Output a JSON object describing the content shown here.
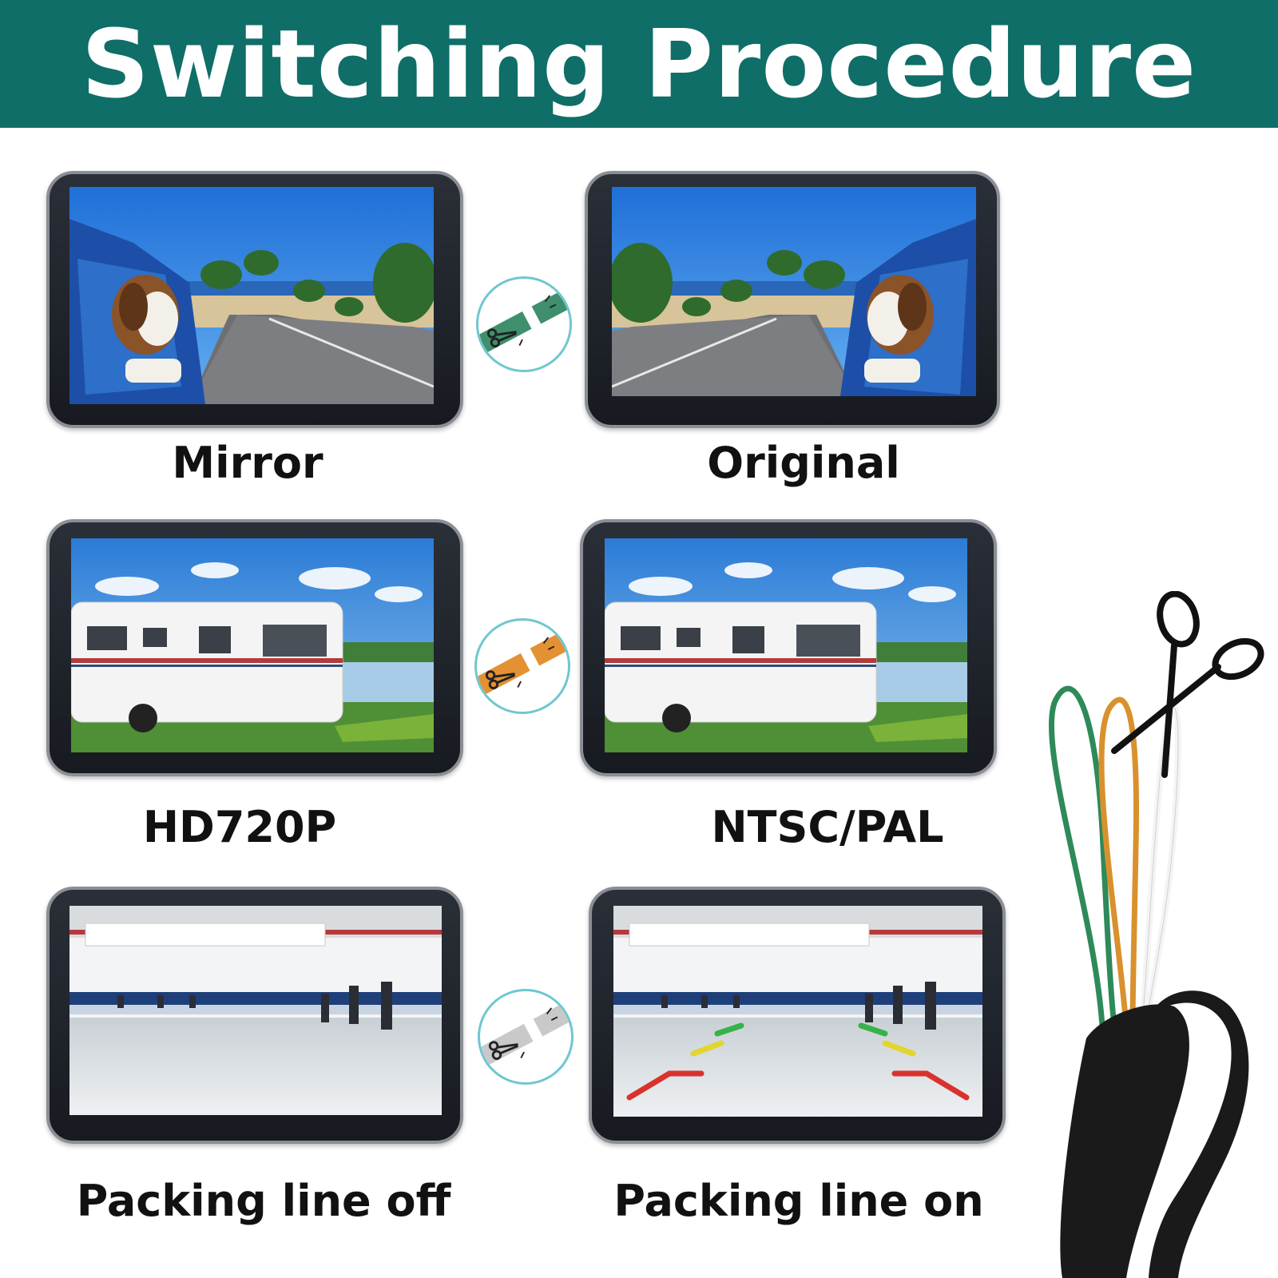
{
  "header": {
    "title": "Switching Procedure"
  },
  "rows": [
    {
      "left_label": "Mirror",
      "right_label": "Original",
      "wire_color": "#3f8f6d",
      "scene": "beach-road-dog"
    },
    {
      "left_label": "HD720P",
      "right_label": "NTSC/PAL",
      "wire_color": "#e39133",
      "scene": "caravan-lake"
    },
    {
      "left_label": "Packing line off",
      "right_label": "Packing line on",
      "wire_color": "#c9c9c9",
      "scene": "parking-garage"
    }
  ],
  "colors": {
    "header_bg": "#0f6e67",
    "header_text": "#ffffff",
    "badge_border": "#6fc7cf",
    "green_wire": "#2e8a58",
    "orange_wire": "#d9912e",
    "white_wire": "#f4f4f4"
  },
  "icons": [
    "scissors-icon",
    "cut-wire-icon",
    "cable-with-wires-icon"
  ]
}
